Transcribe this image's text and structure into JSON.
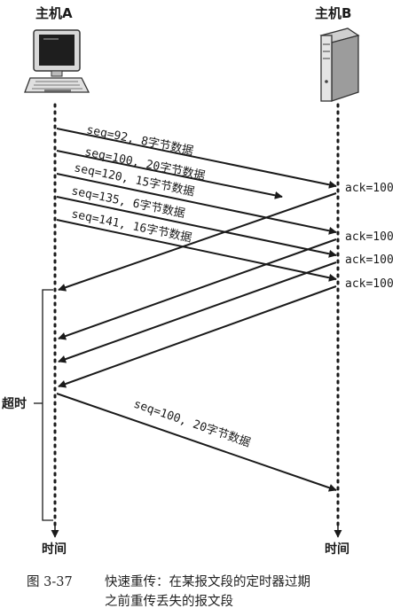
{
  "host_a": {
    "label": "主机A",
    "time_label": "时间",
    "icon": "desktop-computer-icon"
  },
  "host_b": {
    "label": "主机B",
    "time_label": "时间",
    "icon": "server-tower-icon"
  },
  "timeout_label": "超时",
  "segments": [
    {
      "id": "seg1",
      "text": "seq=92, 8字节数据",
      "status": "delivered"
    },
    {
      "id": "seg2",
      "text": "seq=100, 20字节数据",
      "status": "lost"
    },
    {
      "id": "seg3",
      "text": "seq=120, 15字节数据",
      "status": "delivered"
    },
    {
      "id": "seg4",
      "text": "seq=135, 6字节数据",
      "status": "delivered"
    },
    {
      "id": "seg5",
      "text": "seq=141, 16字节数据",
      "status": "delivered"
    }
  ],
  "acks": [
    {
      "id": "ack1",
      "text": "ack=100"
    },
    {
      "id": "ack2",
      "text": "ack=100"
    },
    {
      "id": "ack3",
      "text": "ack=100"
    },
    {
      "id": "ack4",
      "text": "ack=100"
    }
  ],
  "retransmission": {
    "text": "seq=100, 20字节数据"
  },
  "caption": {
    "figure_number": "图 3-37",
    "line1": "快速重传：在某报文段的定时器过期",
    "line2": "之前重传丢失的报文段"
  },
  "colors": {
    "ink": "#1a1a1a",
    "caption": "#222222"
  }
}
